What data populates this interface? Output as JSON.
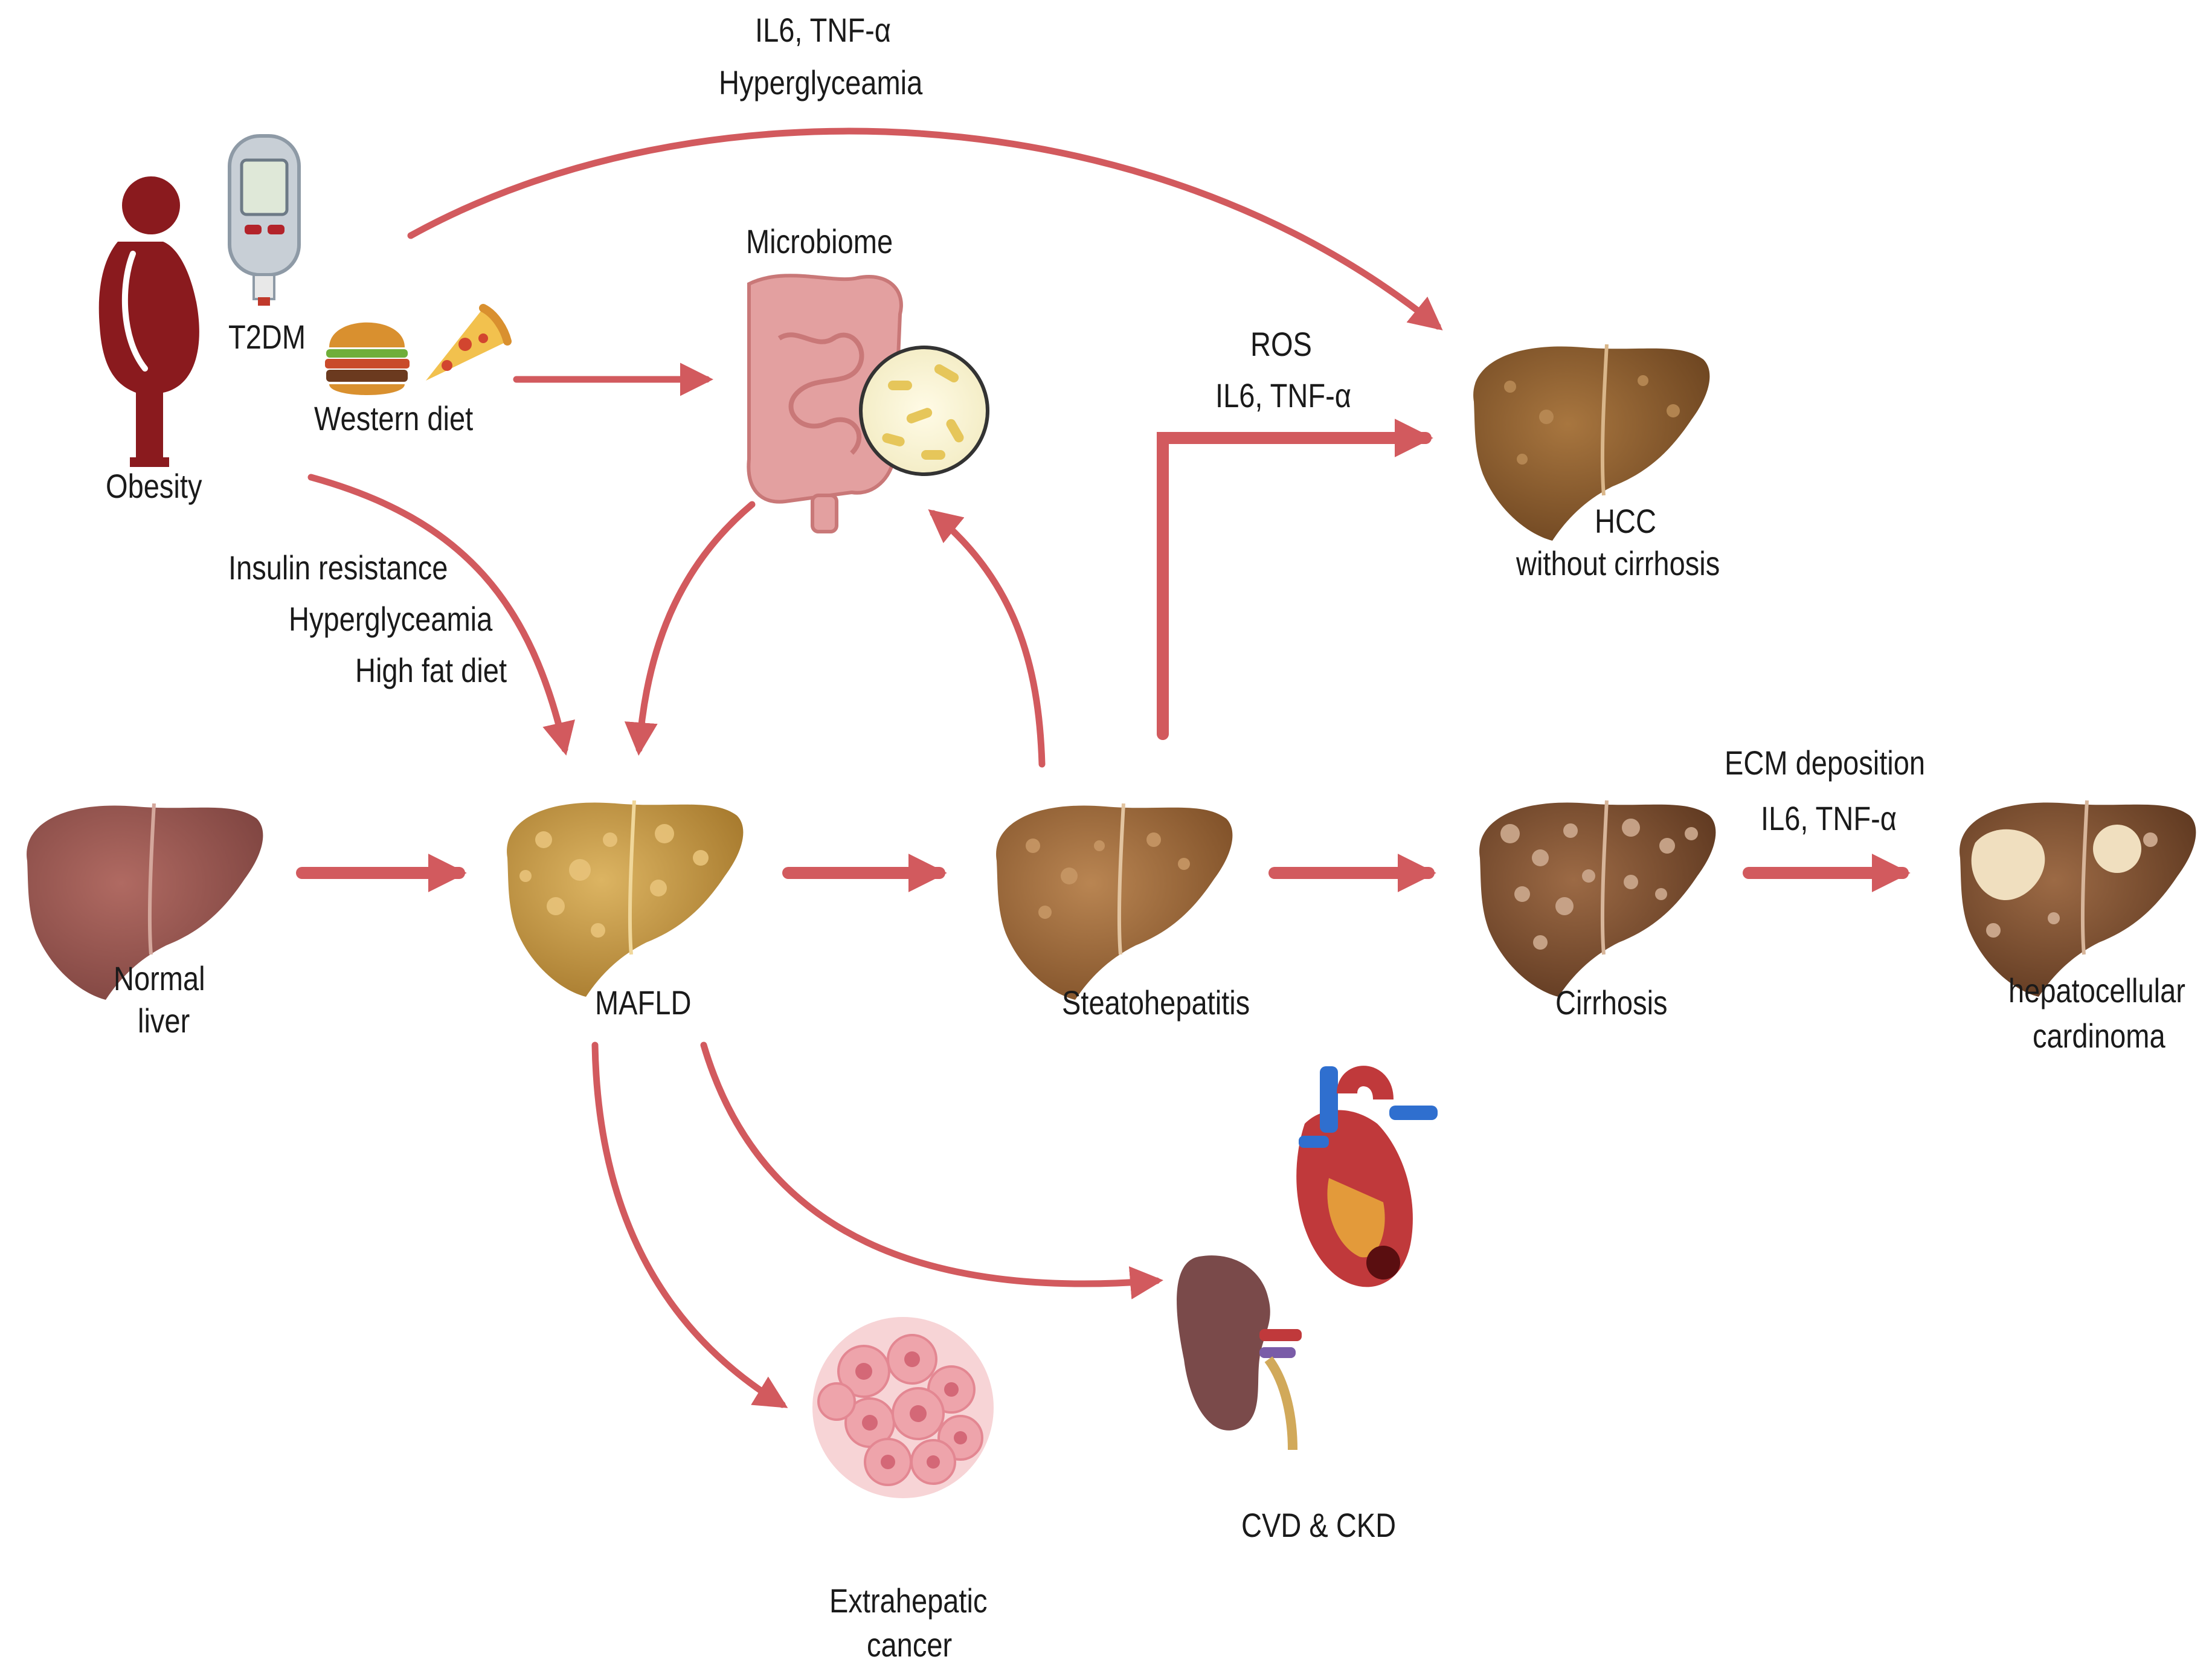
{
  "labels": {
    "top_mediators_1": "IL6, TNF-α",
    "top_mediators_2": "Hyperglyceamia",
    "microbiome": "Microbiome",
    "t2dm": "T2DM",
    "western_diet": "Western diet",
    "obesity": "Obesity",
    "ros": "ROS",
    "ros_mediators": "IL6, TNF-α",
    "hcc_1": "HCC",
    "hcc_2": "without cirrhosis",
    "insulin_resistance": "Insulin resistance",
    "hyperglyceamia": "Hyperglyceamia",
    "high_fat_diet": "High fat diet",
    "ecm_deposition": "ECM deposition",
    "ecm_mediators": "IL6, TNF-α",
    "normal_liver_1": "Normal",
    "normal_liver_2": "liver",
    "mafld": "MAFLD",
    "steatohepatitis": "Steatohepatitis",
    "cirrhosis": "Cirrhosis",
    "hepatocellular_1": "hepatocellular",
    "hepatocellular_2": "cardinoma",
    "cvd_ckd": "CVD & CKD",
    "extrahepatic_1": "Extrahepatic",
    "extrahepatic_2": "cancer"
  },
  "colors": {
    "arrow": "#d25a5e",
    "normal_liver": "#9a5650",
    "mafld_liver": "#c89a3e",
    "steato_liver": "#a56f3d",
    "cirrhosis_liver": "#8a5a38",
    "hcc_liver": "#93602f",
    "figure_dark_red": "#8a1a1e",
    "intestine": "#e3a0a0",
    "kidney": "#7a4a4a",
    "heart": "#c0393b"
  },
  "icons": [
    "human-obesity-icon",
    "glucometer-icon",
    "burger-icon",
    "pizza-icon",
    "intestine-icon",
    "bacteria-icon",
    "liver-icon",
    "heart-icon",
    "kidney-icon",
    "tumor-cells-icon"
  ]
}
